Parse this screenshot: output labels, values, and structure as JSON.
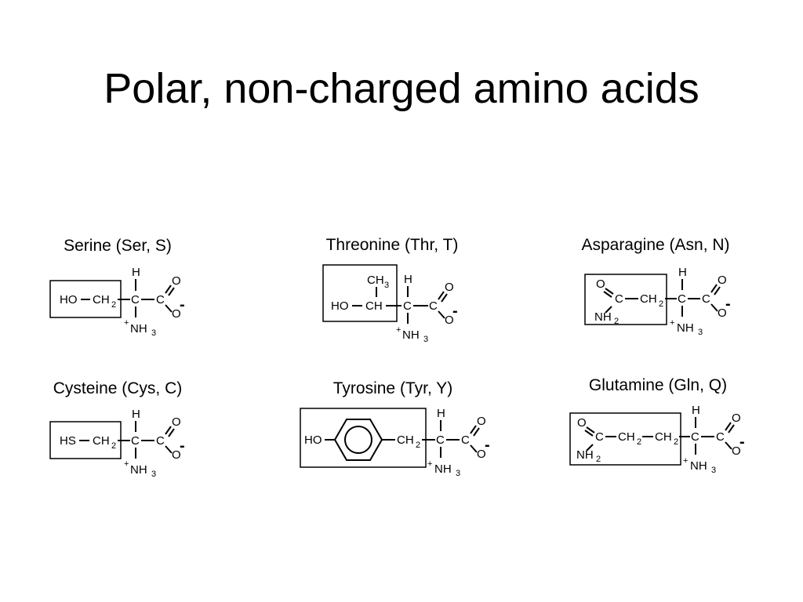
{
  "title": "Polar, non-charged amino acids",
  "amino_acids": [
    {
      "name": "Serine (Ser, S)"
    },
    {
      "name": "Threonine (Thr, T)"
    },
    {
      "name": "Asparagine (Asn, N)"
    },
    {
      "name": "Cysteine (Cys, C)"
    },
    {
      "name": "Tyrosine (Tyr, Y)"
    },
    {
      "name": "Glutamine (Gln, Q)"
    }
  ],
  "labels": {
    "h": "H",
    "c": "C",
    "o": "O",
    "n": "N",
    "ch": "CH",
    "ho": "HO",
    "hs": "HS",
    "nh": "NH",
    "plus": "+",
    "minus": "-",
    "two": "2",
    "three": "3"
  }
}
